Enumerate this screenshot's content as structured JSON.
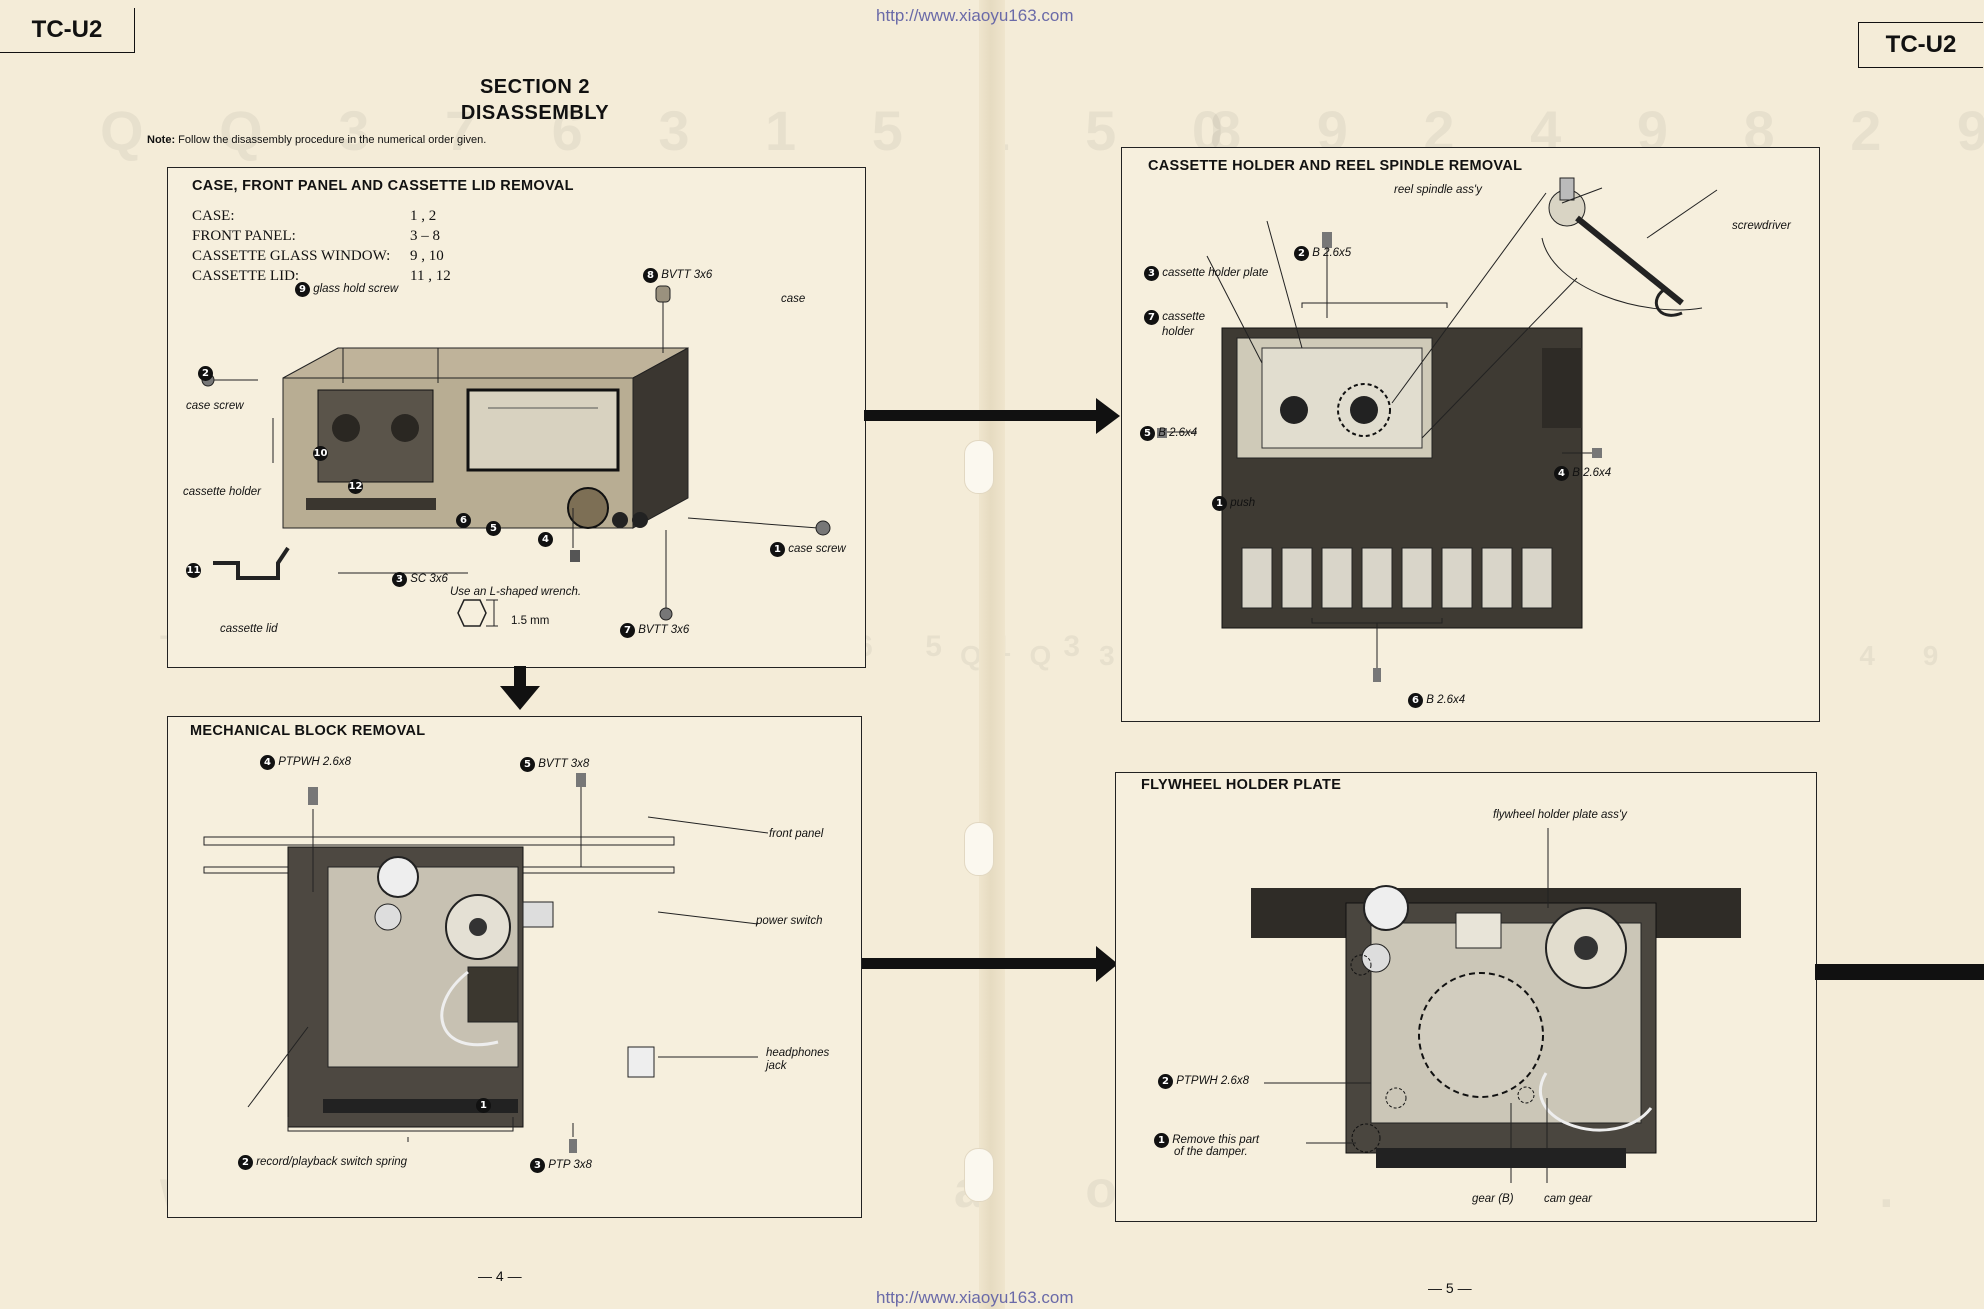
{
  "header": {
    "model_left": "TC-U2",
    "model_right": "TC-U2",
    "url_top": "http://www.xiaoyu163.com",
    "url_bottom": "http://www.xiaoyu163.com"
  },
  "section": {
    "line1": "SECTION 2",
    "line2": "DISASSEMBLY",
    "note_label": "Note:",
    "note_text": "Follow the disassembly procedure in the numerical order given."
  },
  "panel_case": {
    "title": "CASE, FRONT PANEL AND CASSETTE LID REMOVAL",
    "legend": [
      {
        "label": "CASE:",
        "steps": "1 , 2"
      },
      {
        "label": "FRONT PANEL:",
        "steps": "3 – 8"
      },
      {
        "label": "CASSETTE GLASS WINDOW:",
        "steps": "9 , 10"
      },
      {
        "label": "CASSETTE LID:",
        "steps": "11 , 12"
      }
    ],
    "labels": {
      "glass_hold_screw": "glass hold screw",
      "bvtt_top": "BVTT 3x6",
      "case": "case",
      "case_screw_left": "case screw",
      "cassette_holder": "cassette holder",
      "cassette_lid": "cassette lid",
      "sc": "SC 3x6",
      "wrench": "Use an L-shaped wrench.",
      "mm": "1.5 mm",
      "case_screw_right": "case screw",
      "bvtt_bottom": "BVTT 3x6"
    }
  },
  "panel_holder": {
    "title": "CASSETTE HOLDER AND REEL SPINDLE REMOVAL",
    "labels": {
      "reel": "reel spindle ass'y",
      "screwdriver": "screwdriver",
      "b_2_6x5": "B 2.6x5",
      "holder_plate": "cassette holder plate",
      "cassette": "cassette",
      "holder": "holder",
      "b_left": "B 2.6x4",
      "b_right": "B 2.6x4",
      "b_bottom": "B 2.6x4",
      "push": "push"
    }
  },
  "panel_mech": {
    "title": "MECHANICAL BLOCK REMOVAL",
    "labels": {
      "ptpwh": "PTPWH 2.6x8",
      "bvtt": "BVTT 3x8",
      "front_panel": "front panel",
      "power_switch": "power switch",
      "headphones1": "headphones",
      "headphones2": "jack",
      "spring": "record/playback switch spring",
      "ptp": "PTP 3x8"
    }
  },
  "panel_fly": {
    "title": "FLYWHEEL HOLDER PLATE",
    "labels": {
      "assy": "flywheel holder plate ass'y",
      "ptpwh": "PTPWH 2.6x8",
      "remove1": "Remove this part",
      "remove2": "of the damper.",
      "gear_b": "gear (B)",
      "cam_gear": "cam gear"
    }
  },
  "pages": {
    "left": "— 4 —",
    "right": "— 5 —"
  },
  "numbers": [
    "1",
    "2",
    "3",
    "4",
    "5",
    "6",
    "7",
    "8",
    "9",
    "10",
    "11",
    "12"
  ],
  "watermarks": {
    "top_left": "Q Q 3 7 6 3 1 5 1 5 0",
    "top_right": "8 9 2 4 9 8 2 9 9",
    "tel": "T E L 1 3 9 4 2 2 9 6 5 1 3",
    "mid_right": "Q Q 3 7 6 3 1 5 1 5 0 8 9 2 4 9 8 2 9 9",
    "bottom": "w w w . x i a o y u 1 6 3 . c o m"
  }
}
